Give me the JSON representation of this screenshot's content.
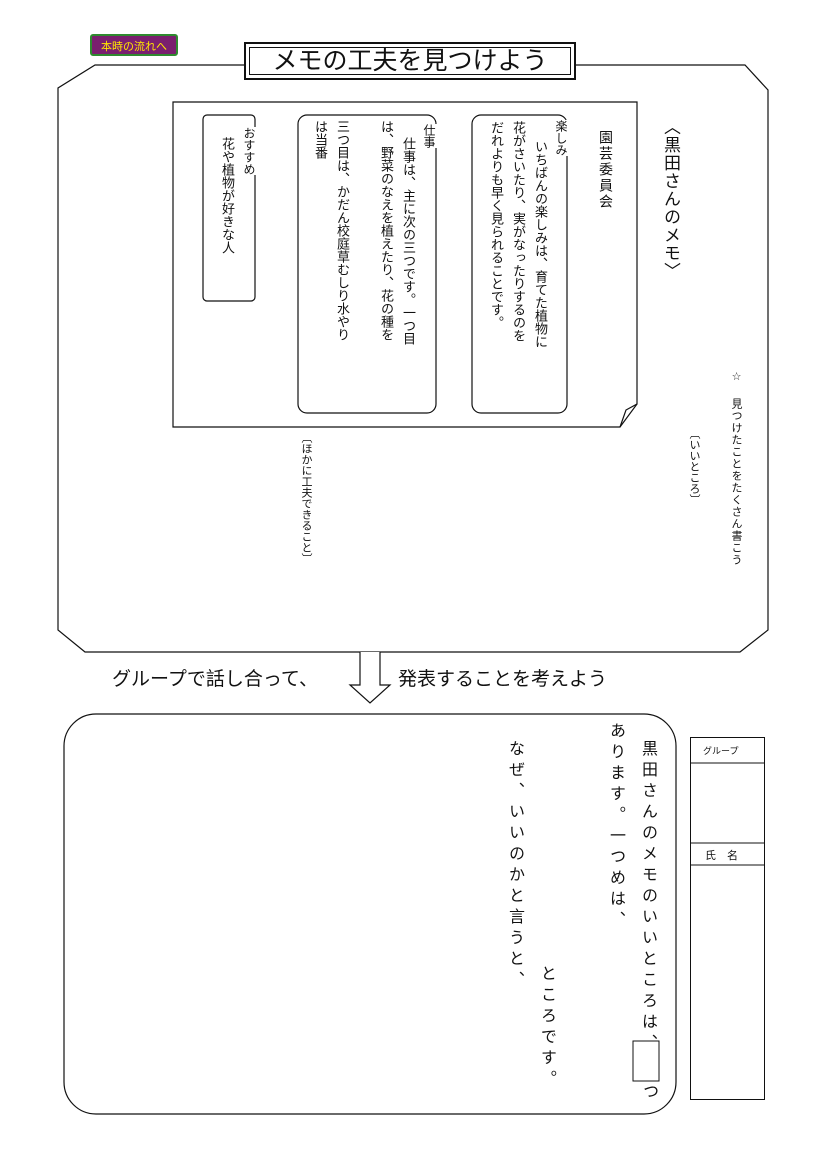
{
  "nav": {
    "back_button": "本時の流れへ"
  },
  "title": "メモの工夫を見つけよう",
  "memo_caption": "〈黒田さんのメモ〉",
  "memo": {
    "heading": "園芸委員会",
    "tanoshimi": {
      "label": "楽しみ",
      "lines": [
        "いちばんの楽しみは、育てた植物に",
        "花がさいたり、実がなったりするのを",
        "だれよりも早く見られることです。"
      ]
    },
    "shigoto": {
      "label": "仕事",
      "lines": [
        "仕事は、主に次の三つです。一つ目",
        "は、野菜のなえを植えたり、花の種を",
        "三つ目は、かだん校庭草むしり水やり",
        "は当番"
      ]
    },
    "osusume": {
      "label": "おすすめ",
      "lines": [
        "花や植物が好きな人"
      ]
    }
  },
  "prompt": {
    "star_instruction": "☆ 見つけたことをたくさん書こう",
    "good_points": "〔いいところ〕",
    "improvements": "〔ほかに工夫できること〕"
  },
  "transition": {
    "left": "グループで話し合って、",
    "right": "発表することを考えよう"
  },
  "worksheet": {
    "line1": "黒田さんのメモのいいところは、",
    "line1_end": "つ",
    "line2": "あります。一つめは、",
    "line3": "ところです。",
    "line4": "なぜ、いいのかと言うと、"
  },
  "side_box": {
    "group_label": "グループ",
    "name_label": "氏　名"
  }
}
